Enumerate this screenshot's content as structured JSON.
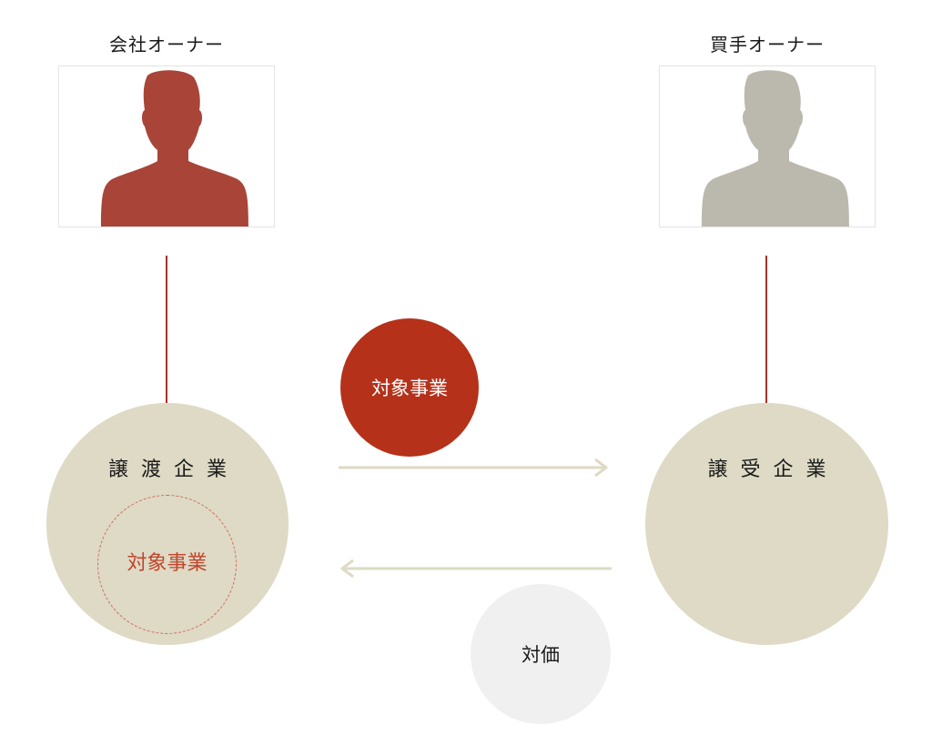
{
  "seller_owner": {
    "label": "会社オーナー",
    "icon": "person-silhouette-icon",
    "color": "#a84538"
  },
  "buyer_owner": {
    "label": "買手オーナー",
    "icon": "person-silhouette-icon",
    "color": "#bbb8ae"
  },
  "seller_company": {
    "label": "譲渡企業",
    "inner_label": "対象事業",
    "fill": "#dedac5",
    "inner_text_color": "#c0452c"
  },
  "buyer_company": {
    "label": "譲受企業",
    "fill": "#dedac5"
  },
  "transfer_bubble": {
    "label": "対象事業",
    "fill": "#b5311a",
    "text_color": "#ffffff"
  },
  "consideration_bubble": {
    "label": "対価",
    "fill": "#f0f0f0",
    "text_color": "#1a1a1a"
  },
  "colors": {
    "connector_line": "#a8312a",
    "arrow": "#dedac5"
  }
}
